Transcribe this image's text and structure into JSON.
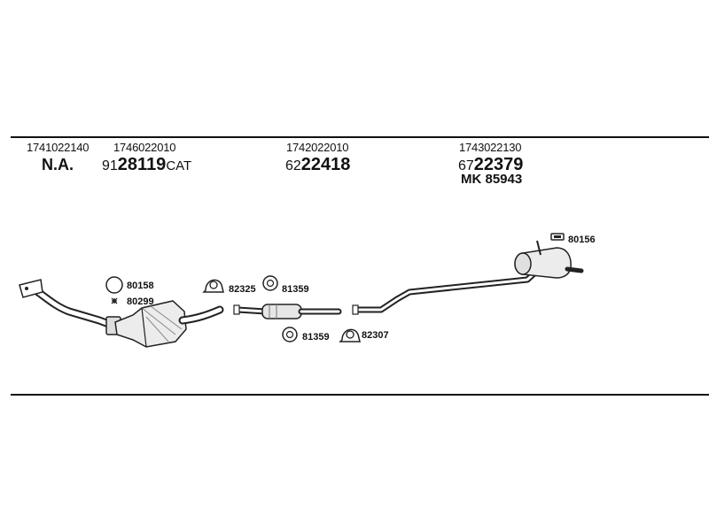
{
  "header_numbers": [
    "1741022140",
    "1746022010",
    "1742022010",
    "1743022130"
  ],
  "na_label": "N.A.",
  "parts": [
    {
      "prefix": "91",
      "number": "28119",
      "suffix": "CAT"
    },
    {
      "prefix": "62",
      "number": "22418",
      "suffix": ""
    },
    {
      "prefix": "67",
      "number": "22379",
      "suffix": ""
    }
  ],
  "mk_label": "MK 85943",
  "callouts": {
    "ring_a": "80158",
    "clip_a": "80299",
    "clamp_a": "82325",
    "ring_b": "81359",
    "ring_c": "81359",
    "clamp_b": "82307",
    "hanger": "80156"
  }
}
